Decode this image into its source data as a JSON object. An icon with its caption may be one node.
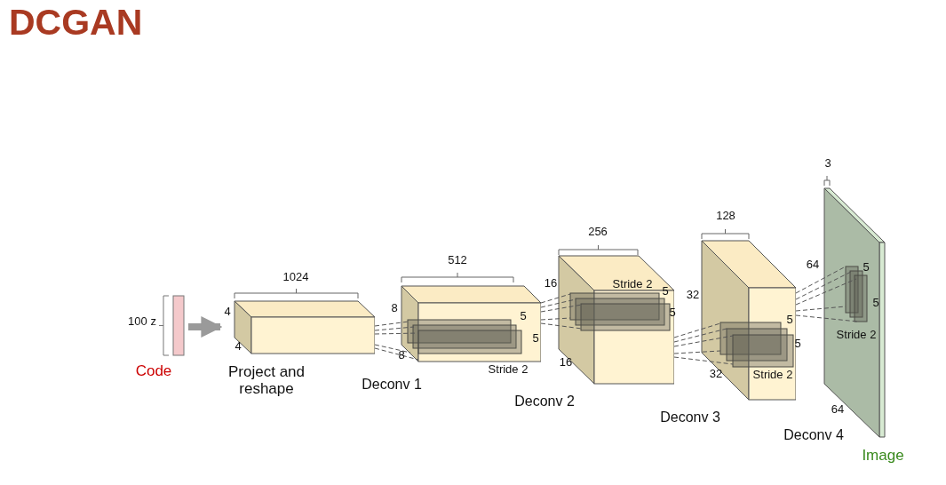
{
  "diagram": {
    "title": "DCGAN",
    "nodes": [
      {
        "text": [
          "Code"
        ]
      },
      {
        "text": [
          "Project and reshape"
        ]
      },
      {
        "text": [
          "Deconv 1"
        ]
      },
      {
        "text": [
          "Deconv 2"
        ]
      },
      {
        "text": [
          "Deconv 3"
        ]
      },
      {
        "text": [
          "Deconv 4",
          "Image"
        ]
      }
    ],
    "edges": [
      {
        "from": 0,
        "to": 1,
        "arrow": "to",
        "style": "thick",
        "color": "#9a9a9a"
      },
      {
        "from": 1,
        "to": 2,
        "arrow": "none",
        "style": "dashed"
      },
      {
        "from": 2,
        "to": 3,
        "arrow": "none",
        "style": "dashed"
      },
      {
        "from": 3,
        "to": 4,
        "arrow": "none",
        "style": "dashed"
      },
      {
        "from": 4,
        "to": 5,
        "arrow": "none",
        "style": "dashed"
      }
    ],
    "labels": [
      "100 z",
      "1024",
      "4",
      "4",
      "512",
      "8",
      "8",
      "5",
      "5",
      "Stride 2",
      "256",
      "16",
      "16",
      "Stride 2",
      "5",
      "5",
      "128",
      "32",
      "32",
      "5",
      "5",
      "Stride 2",
      "3",
      "64",
      "64",
      "5",
      "5",
      "Stride 2"
    ]
  }
}
